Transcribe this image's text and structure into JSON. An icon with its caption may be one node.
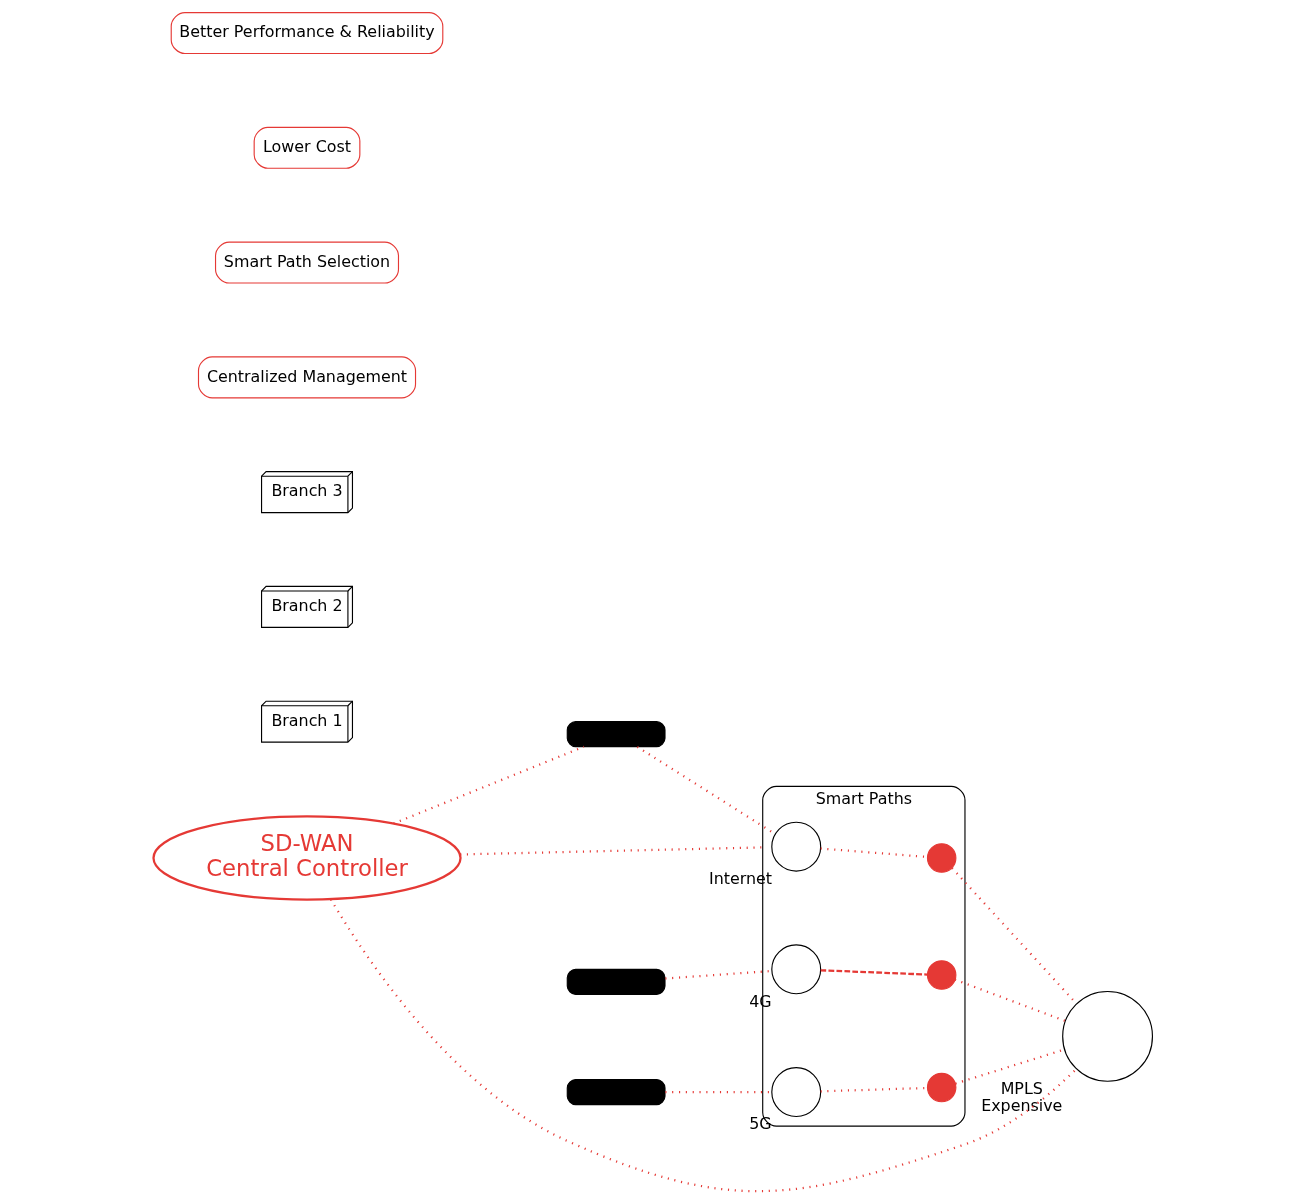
{
  "diagram": {
    "nodes": [
      {
        "text": [
          "SD-WAN",
          "Central Controller"
        ]
      },
      {
        "text": [
          "Branch 1"
        ]
      },
      {
        "text": [
          "Branch 2"
        ]
      },
      {
        "text": [
          "Branch 3"
        ]
      },
      {
        "text": [],
        "shape": "box"
      },
      {
        "text": [],
        "shape": "box"
      },
      {
        "text": [],
        "shape": "box"
      },
      {
        "text": [
          "Smart Paths"
        ]
      },
      {
        "text": [],
        "shape": "circle",
        "in": 7,
        "beside": [
          "Internet"
        ]
      },
      {
        "text": [],
        "shape": "circle",
        "in": 7
      },
      {
        "text": [],
        "shape": "circle",
        "in": 7,
        "beside": [
          "4G"
        ]
      },
      {
        "text": [],
        "shape": "circle",
        "in": 7
      },
      {
        "text": [],
        "shape": "circle",
        "in": 7,
        "beside": [
          "5G"
        ]
      },
      {
        "text": [],
        "shape": "circle",
        "in": 7
      },
      {
        "text": [],
        "shape": "circle",
        "beside": [
          "MPLS",
          "Expensive"
        ]
      },
      {
        "text": [
          "Centralized Management"
        ]
      },
      {
        "text": [
          "Smart Path Selection"
        ]
      },
      {
        "text": [
          "Lower Cost"
        ]
      },
      {
        "text": [
          "Better Performance & Reliability"
        ]
      }
    ],
    "edges": [
      {
        "from": 0,
        "to": 7,
        "arrow": "none"
      },
      {
        "from": 0,
        "to": 4,
        "arrow": "none"
      },
      {
        "from": 0,
        "to": 14,
        "arrow": "none"
      },
      {
        "from": 4,
        "to": 8,
        "arrow": "none"
      },
      {
        "from": 5,
        "to": 10,
        "arrow": "none"
      },
      {
        "from": 6,
        "to": 12,
        "arrow": "none"
      },
      {
        "from": 8,
        "to": 9,
        "arrow": "none"
      },
      {
        "from": 9,
        "to": 14,
        "arrow": "none"
      },
      {
        "from": 10,
        "to": 11,
        "arrow": "none",
        "style": "dashed"
      },
      {
        "from": 11,
        "to": 14,
        "arrow": "none"
      },
      {
        "from": 12,
        "to": 13,
        "arrow": "none"
      },
      {
        "from": 13,
        "to": 14,
        "arrow": "none"
      }
    ]
  }
}
